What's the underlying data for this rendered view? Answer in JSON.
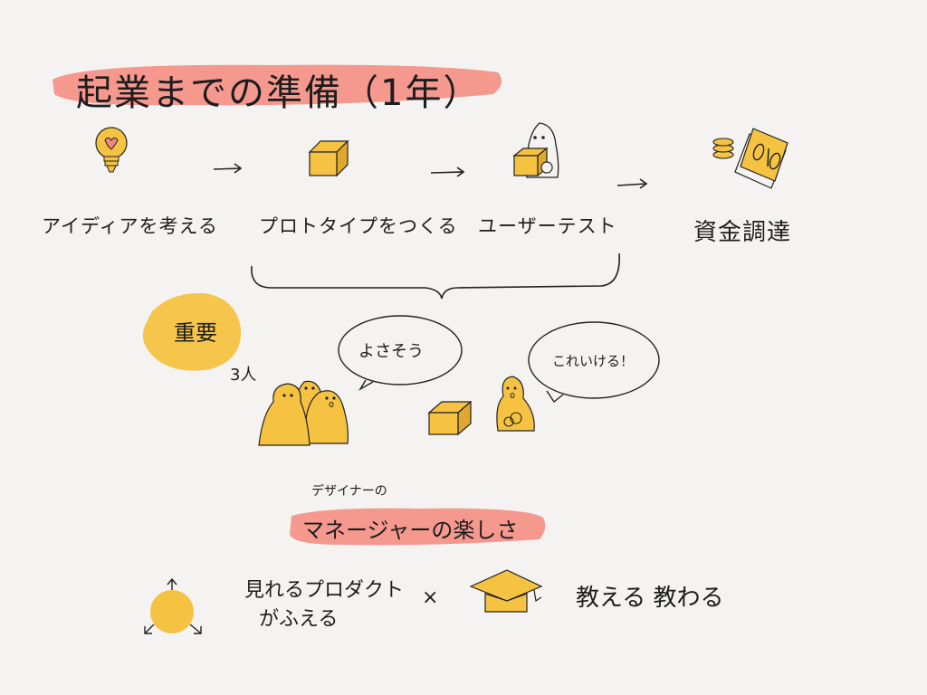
{
  "title": "起業までの準備（1年）",
  "steps": [
    {
      "label": "アイディアを考える",
      "icon": "lightbulb-icon"
    },
    {
      "label": "プロトタイプをつくる",
      "icon": "box-icon"
    },
    {
      "label": "ユーザーテスト",
      "icon": "person-with-box-icon"
    },
    {
      "label": "資金調達",
      "icon": "money-icon"
    }
  ],
  "important_badge": "重要",
  "people_count": "3人",
  "bubble_left": "よさそう",
  "bubble_right": "これいける！",
  "section2": {
    "annotation": "デザイナーの",
    "title": "マネージャーの楽しさ",
    "item1_line1": "見れるプロダクト",
    "item1_line2": "がふえる",
    "times": "×",
    "item2": "教える 教わる"
  },
  "colors": {
    "highlight": "#f08a80",
    "accent": "#f5c242",
    "accent_dark": "#e0a82e",
    "ink": "#1d1d1d"
  }
}
